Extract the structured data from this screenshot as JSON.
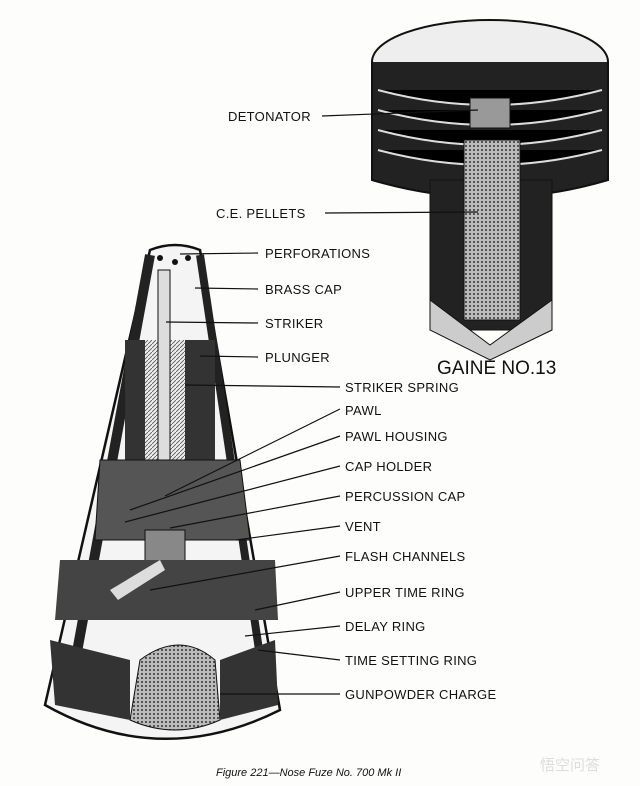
{
  "gaine": {
    "title": "GAINE NO.13",
    "labels": {
      "detonator": "DETONATOR",
      "ce_pellets": "C.E. PELLETS"
    }
  },
  "fuze": {
    "labels": {
      "perforations": "PERFORATIONS",
      "brass_cap": "BRASS CAP",
      "striker": "STRIKER",
      "plunger": "PLUNGER",
      "striker_spring": "STRIKER SPRING",
      "pawl": "PAWL",
      "pawl_housing": "PAWL HOUSING",
      "cap_holder": "CAP HOLDER",
      "percussion_cap": "PERCUSSION CAP",
      "vent": "VENT",
      "flash_channels": "FLASH CHANNELS",
      "upper_time_ring": "UPPER TIME RING",
      "delay_ring": "DELAY RING",
      "time_setting_ring": "TIME SETTING RING",
      "gunpowder_charge": "GUNPOWDER CHARGE"
    }
  },
  "caption": "Figure 221—Nose Fuze No. 700 Mk II",
  "watermark": "悟空问答"
}
